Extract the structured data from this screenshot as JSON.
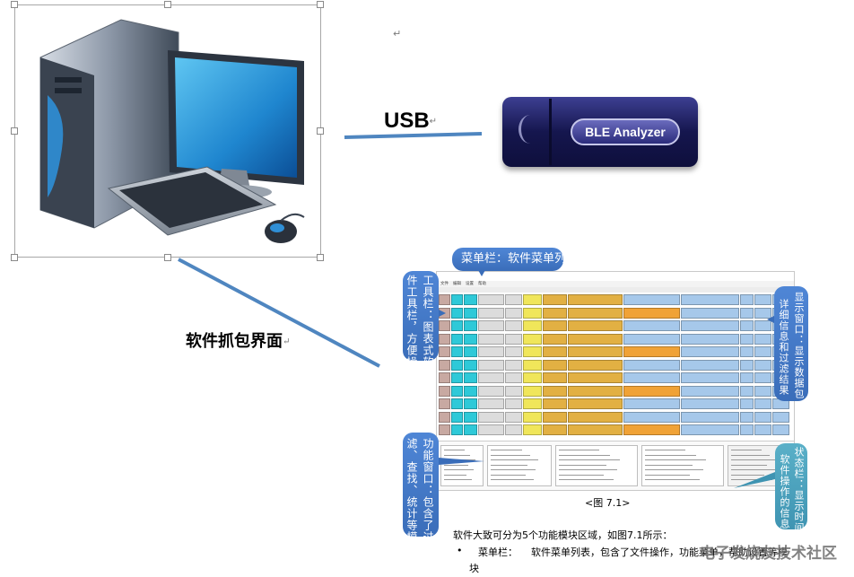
{
  "connection": {
    "usb_label": "USB",
    "usb_para_mark": "↵",
    "top_para_mark": "↵",
    "capture_label": "软件抓包界面",
    "capture_para_mark": "↵"
  },
  "dongle": {
    "badge_text": "BLE Analyzer",
    "body_color": "#15164e"
  },
  "software_screenshot": {
    "menu_items": [
      "文件",
      "编辑",
      "设置",
      "帮助"
    ],
    "row_colors": [
      "#c8a9a2",
      "#2ec9d8",
      "#2ec9d8",
      "#dcdcdc",
      "#dcdcdc",
      "#f0e65a",
      "#e2b043",
      "#e2b043",
      "#a6c8ea",
      "#a6c8ea"
    ]
  },
  "callouts": {
    "menu_bar": "菜单栏：软件菜单列表",
    "toolbar_col1": "工具栏：图表式软",
    "toolbar_col2": "件工具栏，方便操作",
    "detail_col1": "显示窗口：显示数据包",
    "detail_col2": "详细信息和过滤结果",
    "function_col1": "功能窗口：包含了过",
    "function_col2": "滤、查找、统计等模块",
    "status_col1": "状态栏：显示时间和",
    "status_col2": "软件操作的信息"
  },
  "document": {
    "figure_caption": "<图 7.1>",
    "body_text": "软件大致可分为5个功能模块区域，如图7.1所示：",
    "bullet_dot": "•",
    "bullet_label": "菜单栏：",
    "bullet_desc": "软件菜单列表，包含了文件操作，功能菜单，帮助设置等模",
    "bullet_cont": "块"
  },
  "watermark": {
    "text": "电子发烧友技术社区"
  },
  "colors": {
    "connector_line": "#4f86c0",
    "callout_blue": "#3a6db9",
    "callout_teal": "#3f94b2"
  }
}
